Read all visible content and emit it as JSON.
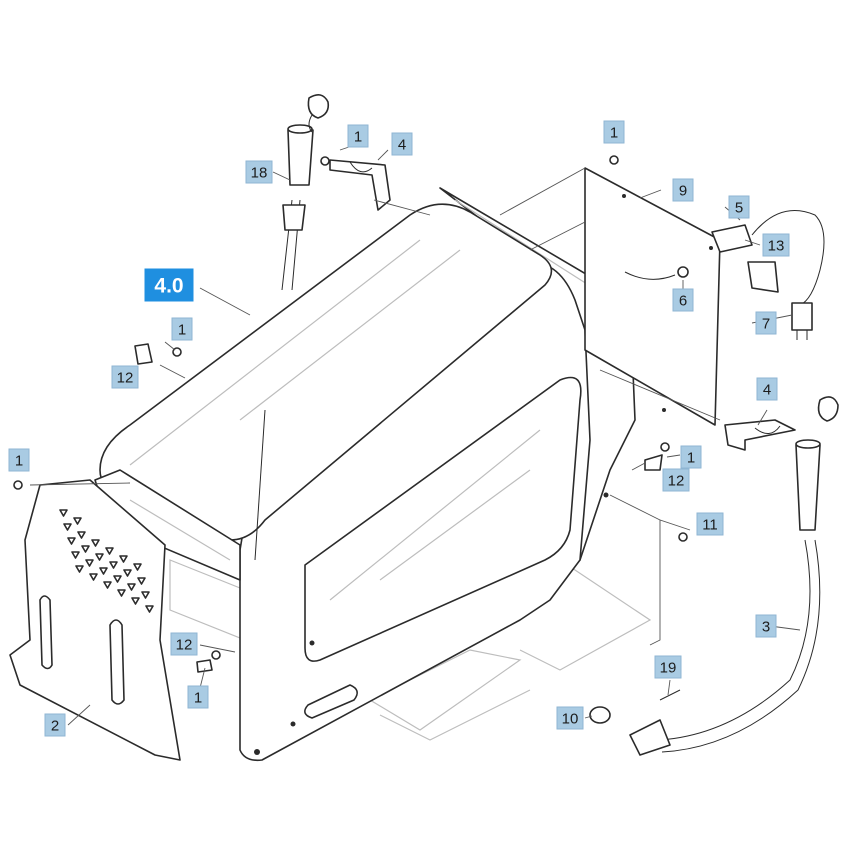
{
  "diagram": {
    "main_assembly_label": "4.0",
    "accent_color": "#1f8fe0",
    "callout_color": "#a9cbe3",
    "callouts": [
      "1",
      "4",
      "18",
      "1",
      "9",
      "5",
      "13",
      "6",
      "7",
      "1",
      "12",
      "4",
      "1",
      "12",
      "1",
      "11",
      "3",
      "19",
      "10",
      "12",
      "1",
      "2"
    ]
  }
}
